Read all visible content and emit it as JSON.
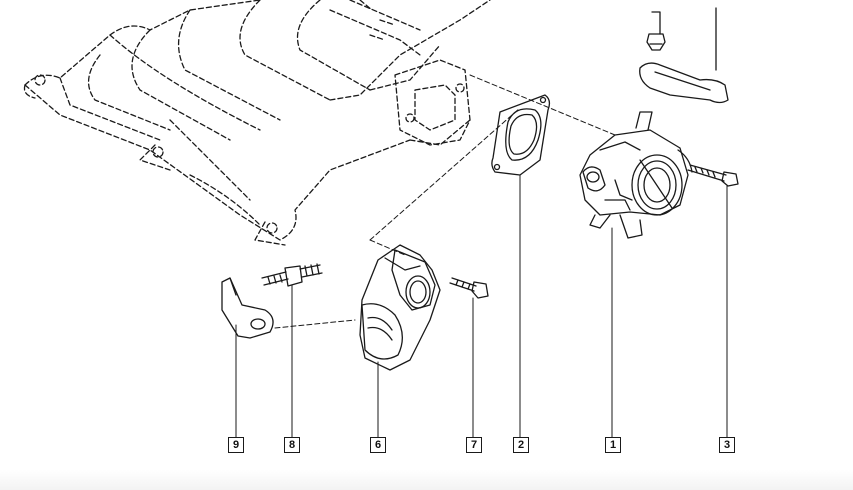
{
  "diagram": {
    "callouts": [
      {
        "id": "9",
        "label": "9"
      },
      {
        "id": "8",
        "label": "8"
      },
      {
        "id": "6",
        "label": "6"
      },
      {
        "id": "7",
        "label": "7"
      },
      {
        "id": "2",
        "label": "2"
      },
      {
        "id": "1",
        "label": "1"
      },
      {
        "id": "3",
        "label": "3"
      }
    ]
  }
}
